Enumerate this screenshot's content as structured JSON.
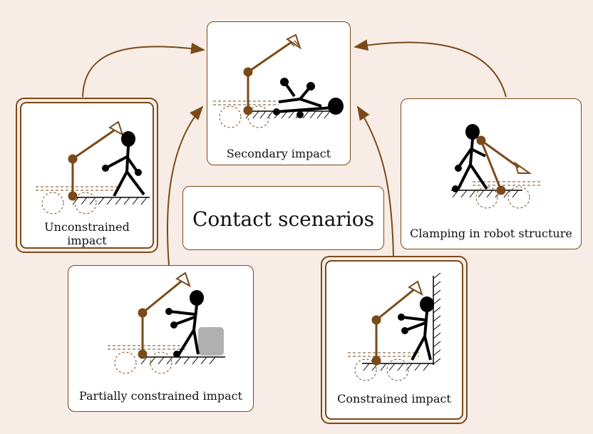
{
  "title": "Contact scenarios",
  "scenarios": {
    "secondary": "Secondary impact",
    "unconstrained_1": "Unconstrained",
    "unconstrained_2": "impact",
    "clamping": "Clamping in robot structure",
    "partial": "Partially constrained impact",
    "constrained": "Constrained impact"
  },
  "colors": {
    "robot": "#7a4a1a",
    "background": "#f8ede6",
    "human": "#000000",
    "obstacle": "#b0b0b0"
  }
}
